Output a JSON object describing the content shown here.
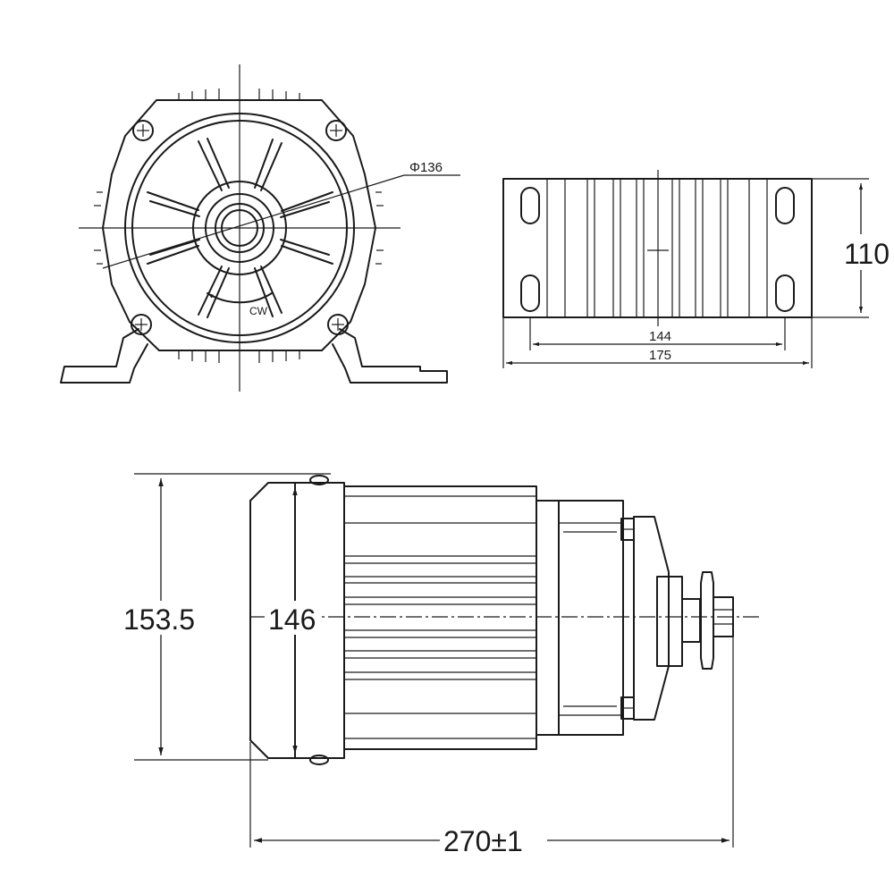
{
  "front_view": {
    "diameter_label": "Φ136",
    "rotation_label": "CW"
  },
  "side_view": {
    "height_label": "110",
    "inner_width_label": "144",
    "outer_width_label": "175"
  },
  "bottom_view": {
    "outer_height_label": "153.5",
    "inner_height_label": "146",
    "length_label": "270±1"
  }
}
